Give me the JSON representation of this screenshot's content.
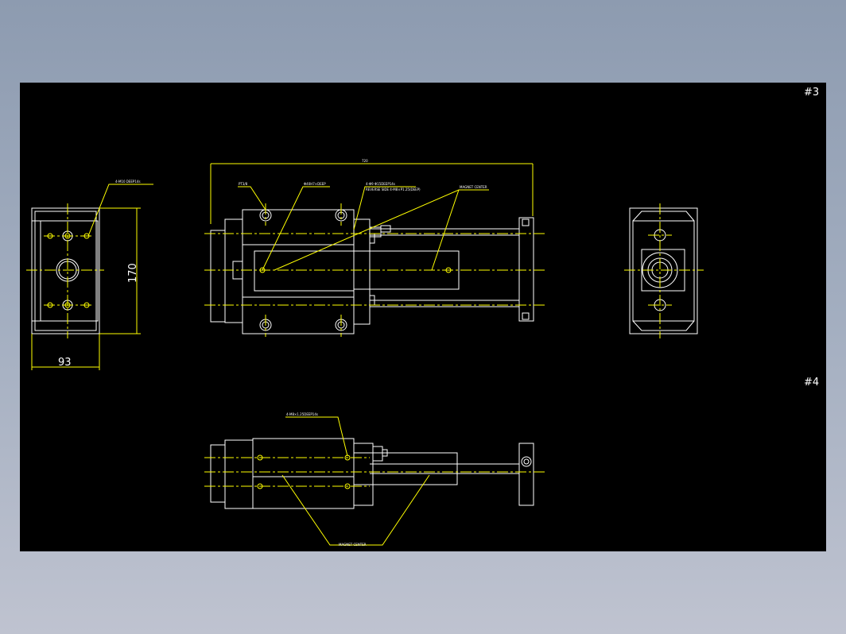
{
  "labels": {
    "sheet_3": "#3",
    "sheet_4": "#4",
    "dim_height": "170",
    "dim_width": "93",
    "dim_overall": "720",
    "note_front_holes": "4-M10 DEEP14s",
    "note_port": "PT3/8",
    "note_bore": "Φ40H7×DEEP",
    "note_reverse": "4-Φ9 Φ15DEEP14s",
    "note_reverse_2": "REVERSE SIDE 4-M8×P1.25(DEEP)",
    "note_magnet_top": "MAGNET CENTER",
    "note_bottom_holes": "4-M8×1.25DEEP14s",
    "note_magnet_bottom": "MAGNET CENTER"
  },
  "colors": {
    "sheet": "#000000",
    "linework": "#ffffff",
    "centerline": "#ffff00",
    "outer_top": "#8d9bb0",
    "outer_bottom": "#bfc3d0"
  }
}
